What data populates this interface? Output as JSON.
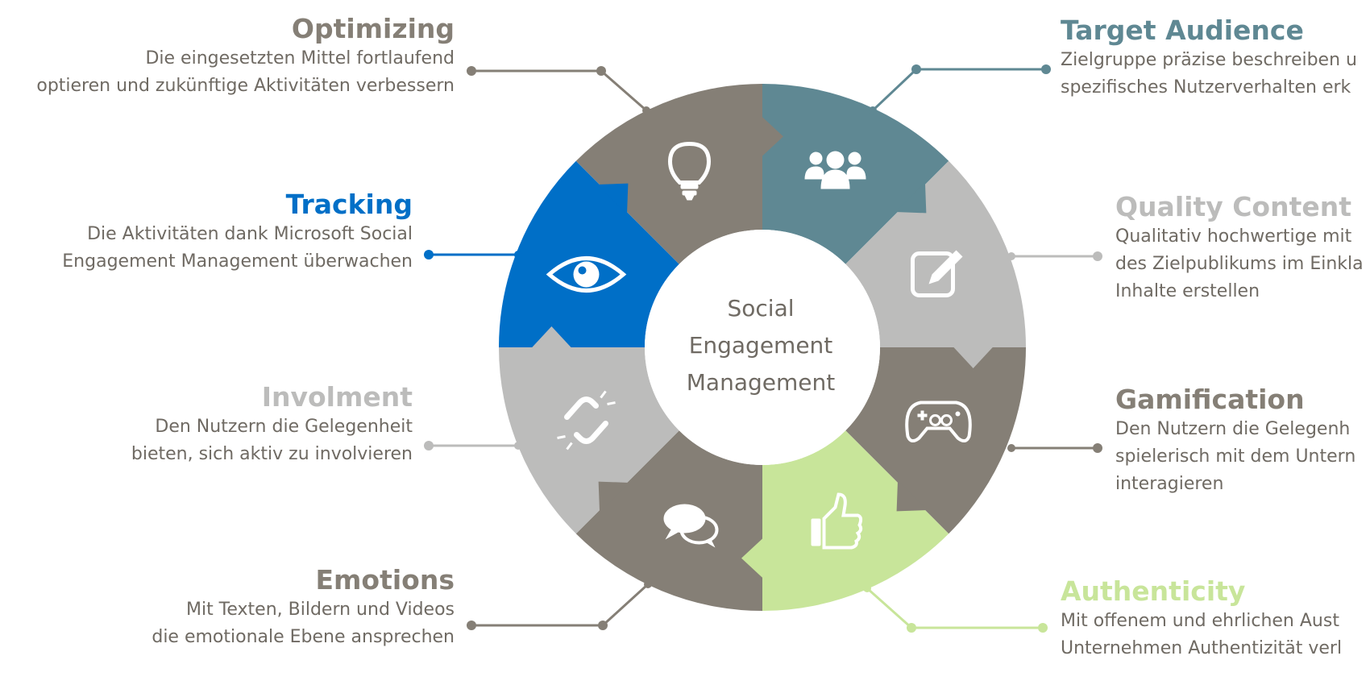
{
  "center": {
    "lines": [
      "Social",
      "Engagement",
      "Management"
    ]
  },
  "colors": {
    "teal": "#5f8893",
    "taupe": "#857f76",
    "silver": "#bcbcbb",
    "blue": "#006fc7",
    "green": "#c8e59a",
    "body_text": "#6f6a63"
  },
  "segments": [
    {
      "id": "target-audience",
      "icon": "people-icon",
      "color": "#5f8893",
      "title": "Target Audience",
      "lines": [
        "Zielgruppe präzise beschreiben u",
        "spezifisches Nutzerverhalten erk"
      ]
    },
    {
      "id": "quality-content",
      "icon": "edit-icon",
      "color": "#bcbcbb",
      "title": "Quality Content",
      "lines": [
        "Qualitativ hochwertige mit",
        "des Zielpublikums im Einkla",
        "Inhalte erstellen"
      ]
    },
    {
      "id": "gamification",
      "icon": "gamepad-icon",
      "color": "#857f76",
      "title": "Gamification",
      "lines": [
        "Den Nutzern die Gelegenh",
        "spielerisch mit dem Untern",
        "interagieren"
      ]
    },
    {
      "id": "authenticity",
      "icon": "thumbs-up-icon",
      "color": "#c8e59a",
      "title": "Authenticity",
      "lines": [
        "Mit offenem und ehrlichen Aust",
        "Unternehmen Authentizität verl"
      ]
    },
    {
      "id": "emotions",
      "icon": "chat-bubbles-icon",
      "color": "#857f76",
      "title": "Emotions",
      "lines": [
        "Mit Texten, Bildern und Videos",
        "die emotionale Ebene ansprechen"
      ]
    },
    {
      "id": "involment",
      "icon": "broken-link-icon",
      "color": "#bcbcbb",
      "title": "Involment",
      "lines": [
        "Den Nutzern die Gelegenheit",
        "bieten, sich aktiv zu involvieren"
      ]
    },
    {
      "id": "tracking",
      "icon": "eye-icon",
      "color": "#006fc7",
      "title": "Tracking",
      "lines": [
        "Die Aktivitäten dank Microsoft Social",
        "Engagement Management überwachen"
      ]
    },
    {
      "id": "optimizing",
      "icon": "lightbulb-icon",
      "color": "#857f76",
      "title": "Optimizing",
      "lines": [
        "Die eingesetzten Mittel fortlaufend",
        "optieren und zukünftige Aktivitäten verbessern"
      ]
    }
  ]
}
